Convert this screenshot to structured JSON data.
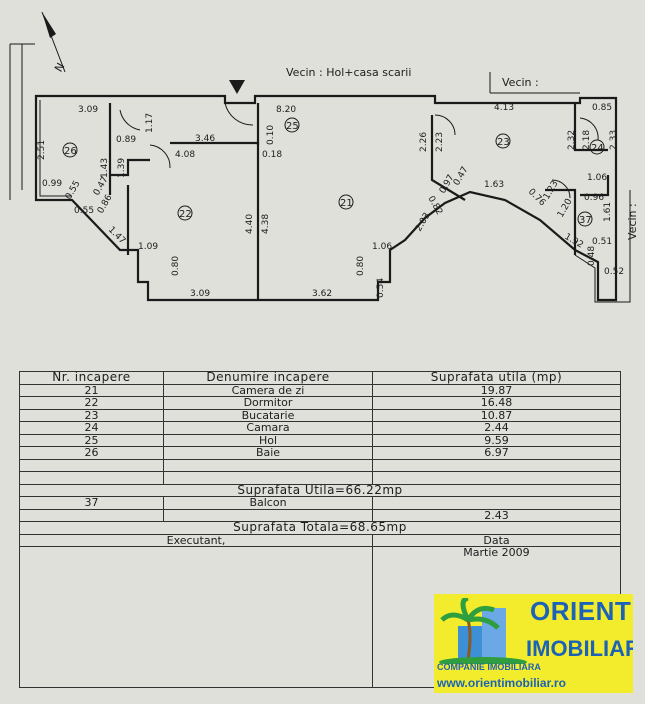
{
  "plan": {
    "neighbor_top": "Vecin : Hol+casa scarii",
    "neighbor_top_right": "Vecin :",
    "neighbor_right": "Vecin :",
    "north_mark": "N",
    "rooms": [
      "26",
      "22",
      "25",
      "21",
      "23",
      "24",
      "37"
    ],
    "dims": [
      "3.09",
      "2.51",
      "1.17",
      "0.89",
      "3.46",
      "4.08",
      "8.20",
      "0.10",
      "0.18",
      "2.26",
      "2.23",
      "4.13",
      "0.85",
      "2.32",
      "2.18",
      "2.33",
      "1.43",
      "1.39",
      "0.99",
      "0.55",
      "0.47",
      "0.55",
      "0.86",
      "1.47",
      "1.09",
      "0.80",
      "3.09",
      "4.40",
      "4.38",
      "3.62",
      "0.54",
      "0.80",
      "1.06",
      "2.03",
      "0.82",
      "0.97",
      "0.47",
      "1.63",
      "0.76",
      "1.23",
      "1.20",
      "1.06",
      "0.96",
      "1.61",
      "1.92",
      "0.51",
      "0.48",
      "0.52"
    ]
  },
  "table": {
    "headers": [
      "Nr. incapere",
      "Denumire incapere",
      "Suprafata utila (mp)"
    ],
    "rows": [
      {
        "nr": "21",
        "name": "Camera de zi",
        "area": "19.87"
      },
      {
        "nr": "22",
        "name": "Dormitor",
        "area": "16.48"
      },
      {
        "nr": "23",
        "name": "Bucatarie",
        "area": "10.87"
      },
      {
        "nr": "24",
        "name": "Camara",
        "area": "2.44"
      },
      {
        "nr": "25",
        "name": "Hol",
        "area": "9.59"
      },
      {
        "nr": "26",
        "name": "Baie",
        "area": "6.97"
      }
    ],
    "useful_total": "Suprafata Utila=66.22mp",
    "balcony": {
      "nr": "37",
      "name": "Balcon",
      "area": "2.43"
    },
    "grand_total": "Suprafata Totala=68.65mp",
    "executant": "Executant,",
    "date_label": "Data",
    "date_value": "Martie 2009"
  },
  "logo": {
    "title1": "ORIENT",
    "title2": "IMOBILIAR",
    "company": "COMPANIE IMOBILIARA",
    "url": "www.orientimobiliar.ro",
    "colors": {
      "bg": "#f3ec2c",
      "text": "#1c63b7",
      "tree": "#2e9e3f"
    }
  }
}
